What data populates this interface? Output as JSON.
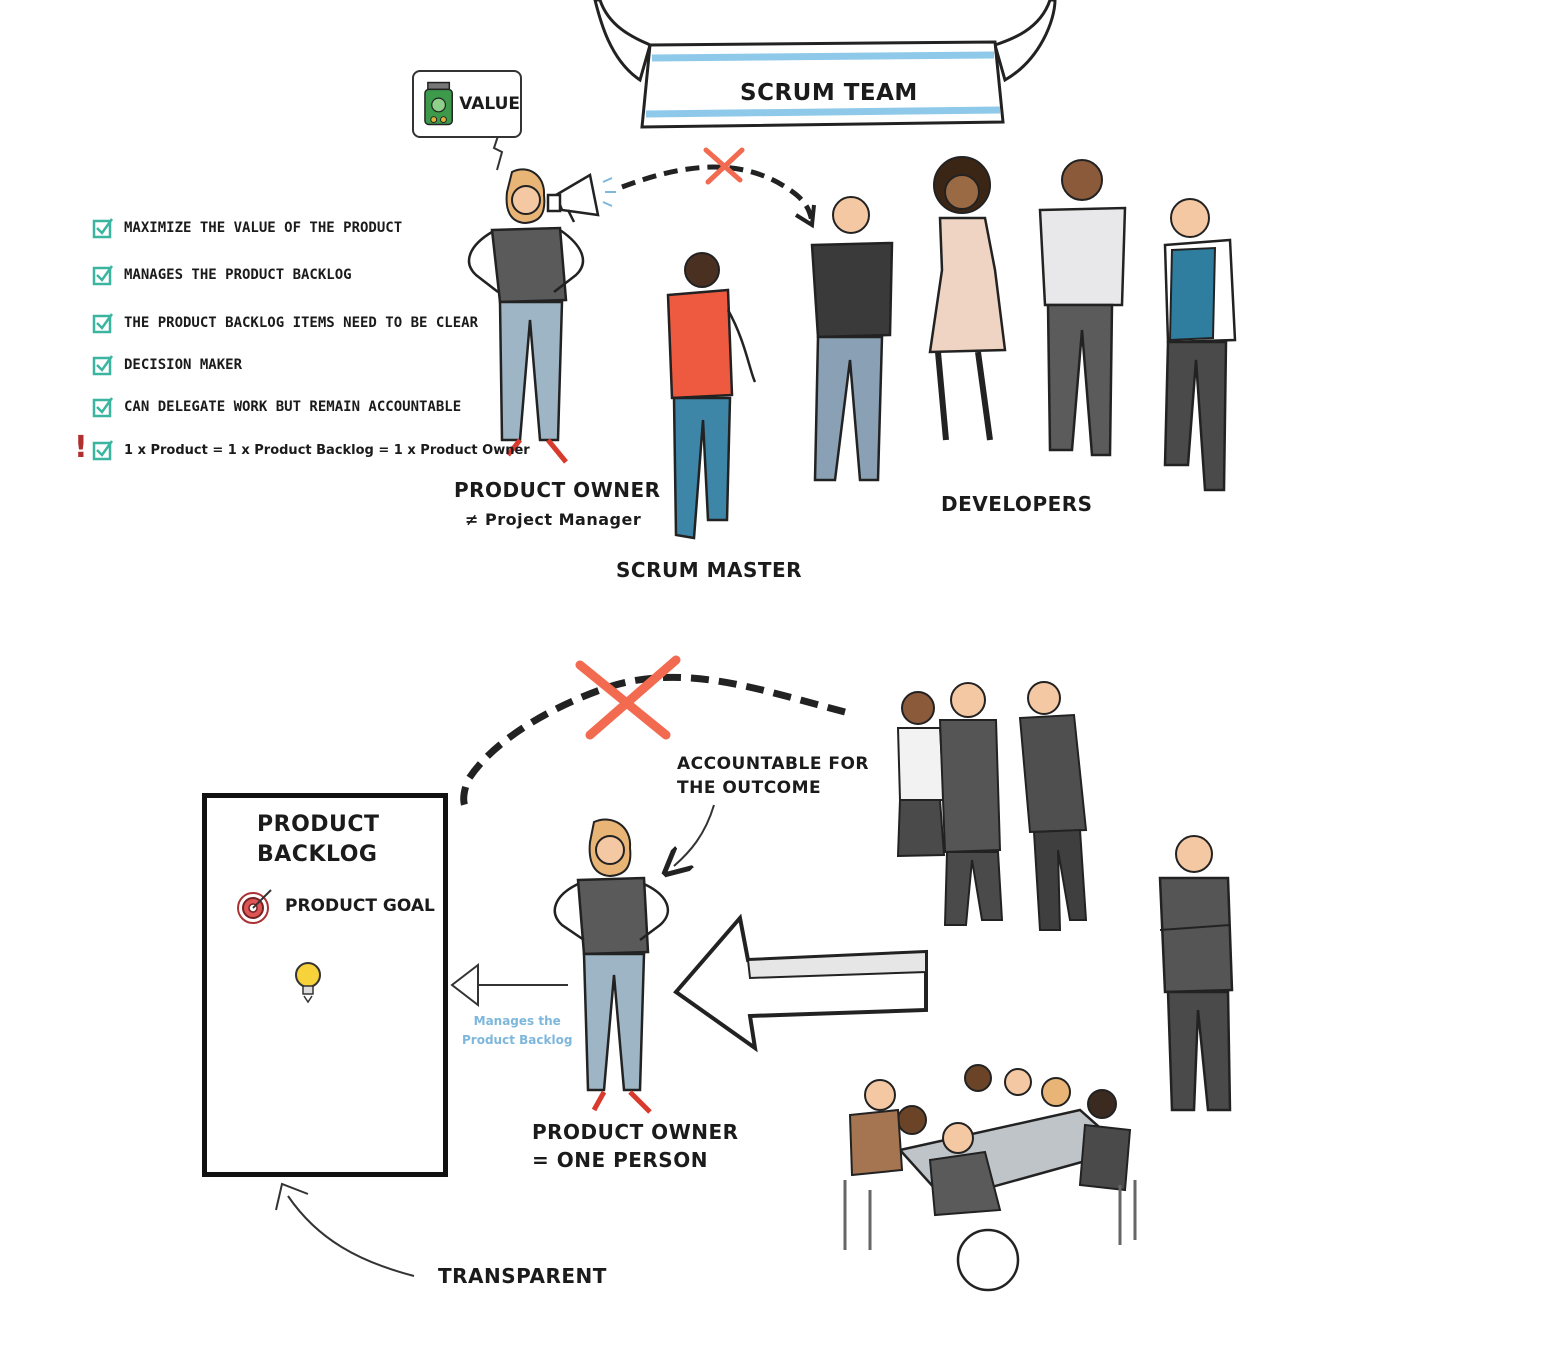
{
  "banner": {
    "title": "SCRUM TEAM"
  },
  "value_bubble": {
    "label": "VALUE"
  },
  "checklist": [
    {
      "text": "MAXIMIZE THE VALUE OF THE PRODUCT"
    },
    {
      "text": "MANAGES THE PRODUCT BACKLOG"
    },
    {
      "text": "THE PRODUCT BACKLOG ITEMS NEED TO BE CLEAR"
    },
    {
      "text": "DECISION MAKER"
    },
    {
      "text": "CAN DELEGATE WORK BUT REMAIN ACCOUNTABLE"
    },
    {
      "text": "1 x Product = 1 x Product Backlog = 1 x Product Owner",
      "flag": "!"
    }
  ],
  "roles": {
    "product_owner": "PRODUCT OWNER",
    "product_owner_note": "≠ Project Manager",
    "scrum_master": "SCRUM MASTER",
    "developers": "DEVELOPERS"
  },
  "lower": {
    "accountable": "ACCOUNTABLE FOR\nTHE OUTCOME",
    "backlog_title": "PRODUCT\nBACKLOG",
    "product_goal": "PRODUCT GOAL",
    "manages_note": "Manages the\nProduct Backlog",
    "po_label": "PRODUCT OWNER",
    "po_note": "= ONE PERSON",
    "transparent": "TRANSPARENT"
  },
  "colors": {
    "check": "#3bb5a0",
    "banner_stripe": "#8fc9ea",
    "cross": "#f26a4f",
    "accent_note": "#7eb7dc",
    "flag": "#b03030"
  }
}
